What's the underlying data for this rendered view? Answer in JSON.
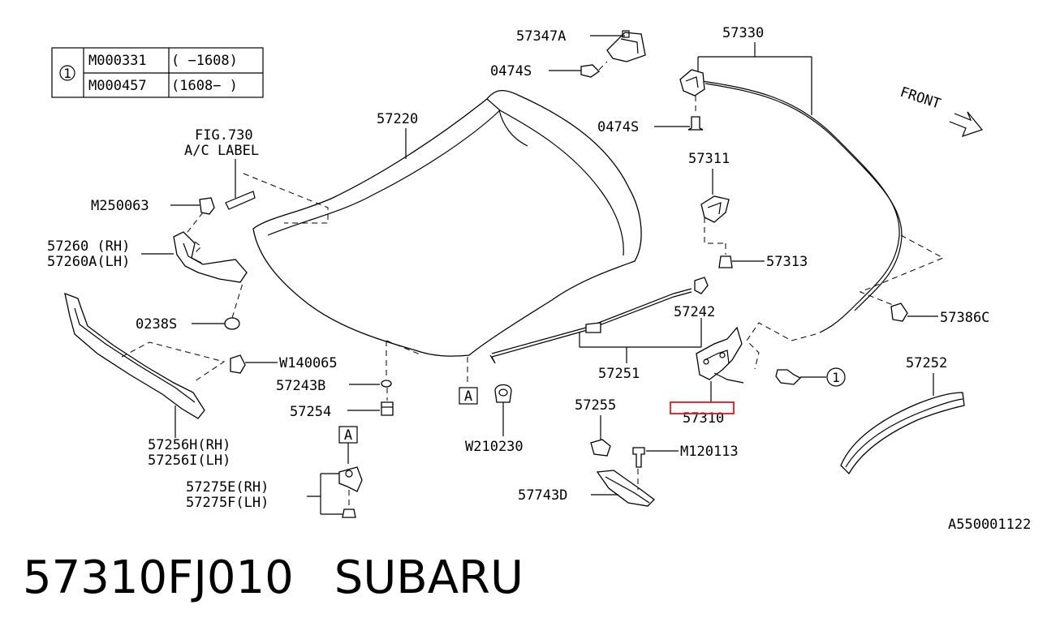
{
  "table": {
    "marker": "1",
    "rows": [
      {
        "code": "M000331",
        "range": "( −1608)"
      },
      {
        "code": "M000457",
        "range": "(1608− )"
      }
    ]
  },
  "labels": {
    "p57347A": "57347A",
    "p0474S_top": "0474S",
    "p57330": "57330",
    "p0474S_mid": "0474S",
    "front": "FRONT",
    "p57220": "57220",
    "fig730": "FIG.730",
    "ac_label": "A/C LABEL",
    "m250063": "M250063",
    "p57260_rh": "57260 (RH)",
    "p57260a_lh": "57260A(LH)",
    "p0238S": "0238S",
    "p57311": "57311",
    "p57313": "57313",
    "p57386C": "57386C",
    "p57242": "57242",
    "p57251": "57251",
    "w140065": "W140065",
    "p57243B": "57243B",
    "p57254": "57254",
    "ref_a": "A",
    "ref_a2": "A",
    "w210230": "W210230",
    "p57255": "57255",
    "p57310": "57310",
    "marker_1": "1",
    "p57252": "57252",
    "m120113": "M120113",
    "p57256h_rh": "57256H(RH)",
    "p57256i_lh": "57256I(LH)",
    "p57275e_rh": "57275E(RH)",
    "p57275f_lh": "57275F(LH)",
    "p57743D": "57743D",
    "diagram_id": "A550001122"
  },
  "highlight_color": "#e8141b",
  "footer": {
    "part_number": "57310FJ010",
    "brand": "SUBARU"
  }
}
